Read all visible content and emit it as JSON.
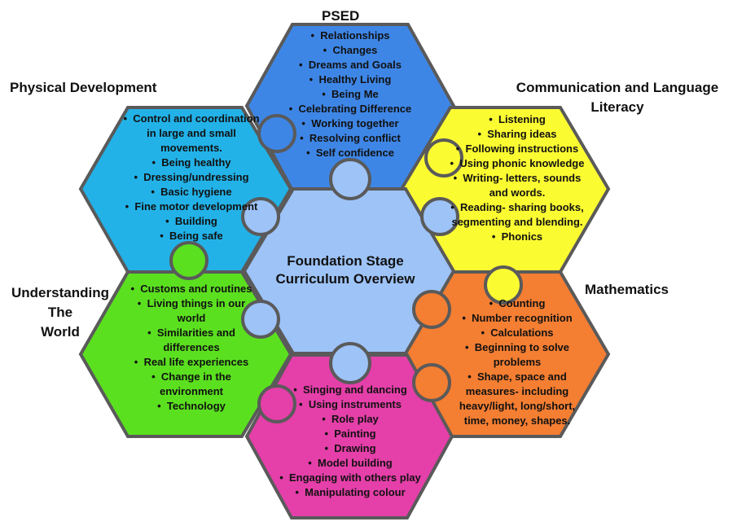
{
  "center": {
    "title_line1": "Foundation Stage",
    "title_line2": "Curriculum Overview"
  },
  "colors": {
    "psed": "#3E86E6",
    "communication": "#FBFB32",
    "mathematics": "#F47E32",
    "expressive": "#E53FA9",
    "world": "#5BE01F",
    "physical": "#22B2E8",
    "center": "#9DC3F7",
    "border": "#5A5A5A"
  },
  "sections": {
    "psed": {
      "label": "PSED",
      "items": [
        "Relationships",
        "Changes",
        "Dreams and Goals",
        "Healthy Living",
        "Being Me",
        "Celebrating Difference",
        "Working together",
        "Resolving conflict",
        "Self confidence"
      ]
    },
    "communication": {
      "label_line1": "Communication and Language",
      "label_line2": "Literacy",
      "items": [
        "Listening",
        "Sharing ideas",
        "Following instructions",
        "Using phonic knowledge",
        "Writing- letters, sounds and words.",
        "Reading- sharing books, segmenting and blending.",
        "Phonics"
      ]
    },
    "mathematics": {
      "label": "Mathematics",
      "items": [
        "Counting",
        "Number recognition",
        "Calculations",
        "Beginning to solve problems",
        "Shape, space and measures- including heavy/light, long/short, time, money, shapes."
      ]
    },
    "expressive": {
      "items": [
        "Singing and dancing",
        "Using instruments",
        "Role play",
        "Painting",
        "Drawing",
        "Model building",
        "Engaging with others play",
        "Manipulating colour"
      ]
    },
    "world": {
      "label_line1": "Understanding",
      "label_line2": "The",
      "label_line3": "World",
      "items": [
        "Customs and routines",
        "Living things in our world",
        "Similarities and differences",
        "Real life experiences",
        "Change in the environment",
        "Technology"
      ]
    },
    "physical": {
      "label": "Physical Development",
      "items": [
        "Control and coordination in large and small movements.",
        "Being healthy",
        "Dressing/undressing",
        "Basic hygiene",
        "Fine motor development",
        "Building",
        "Being safe"
      ]
    }
  }
}
